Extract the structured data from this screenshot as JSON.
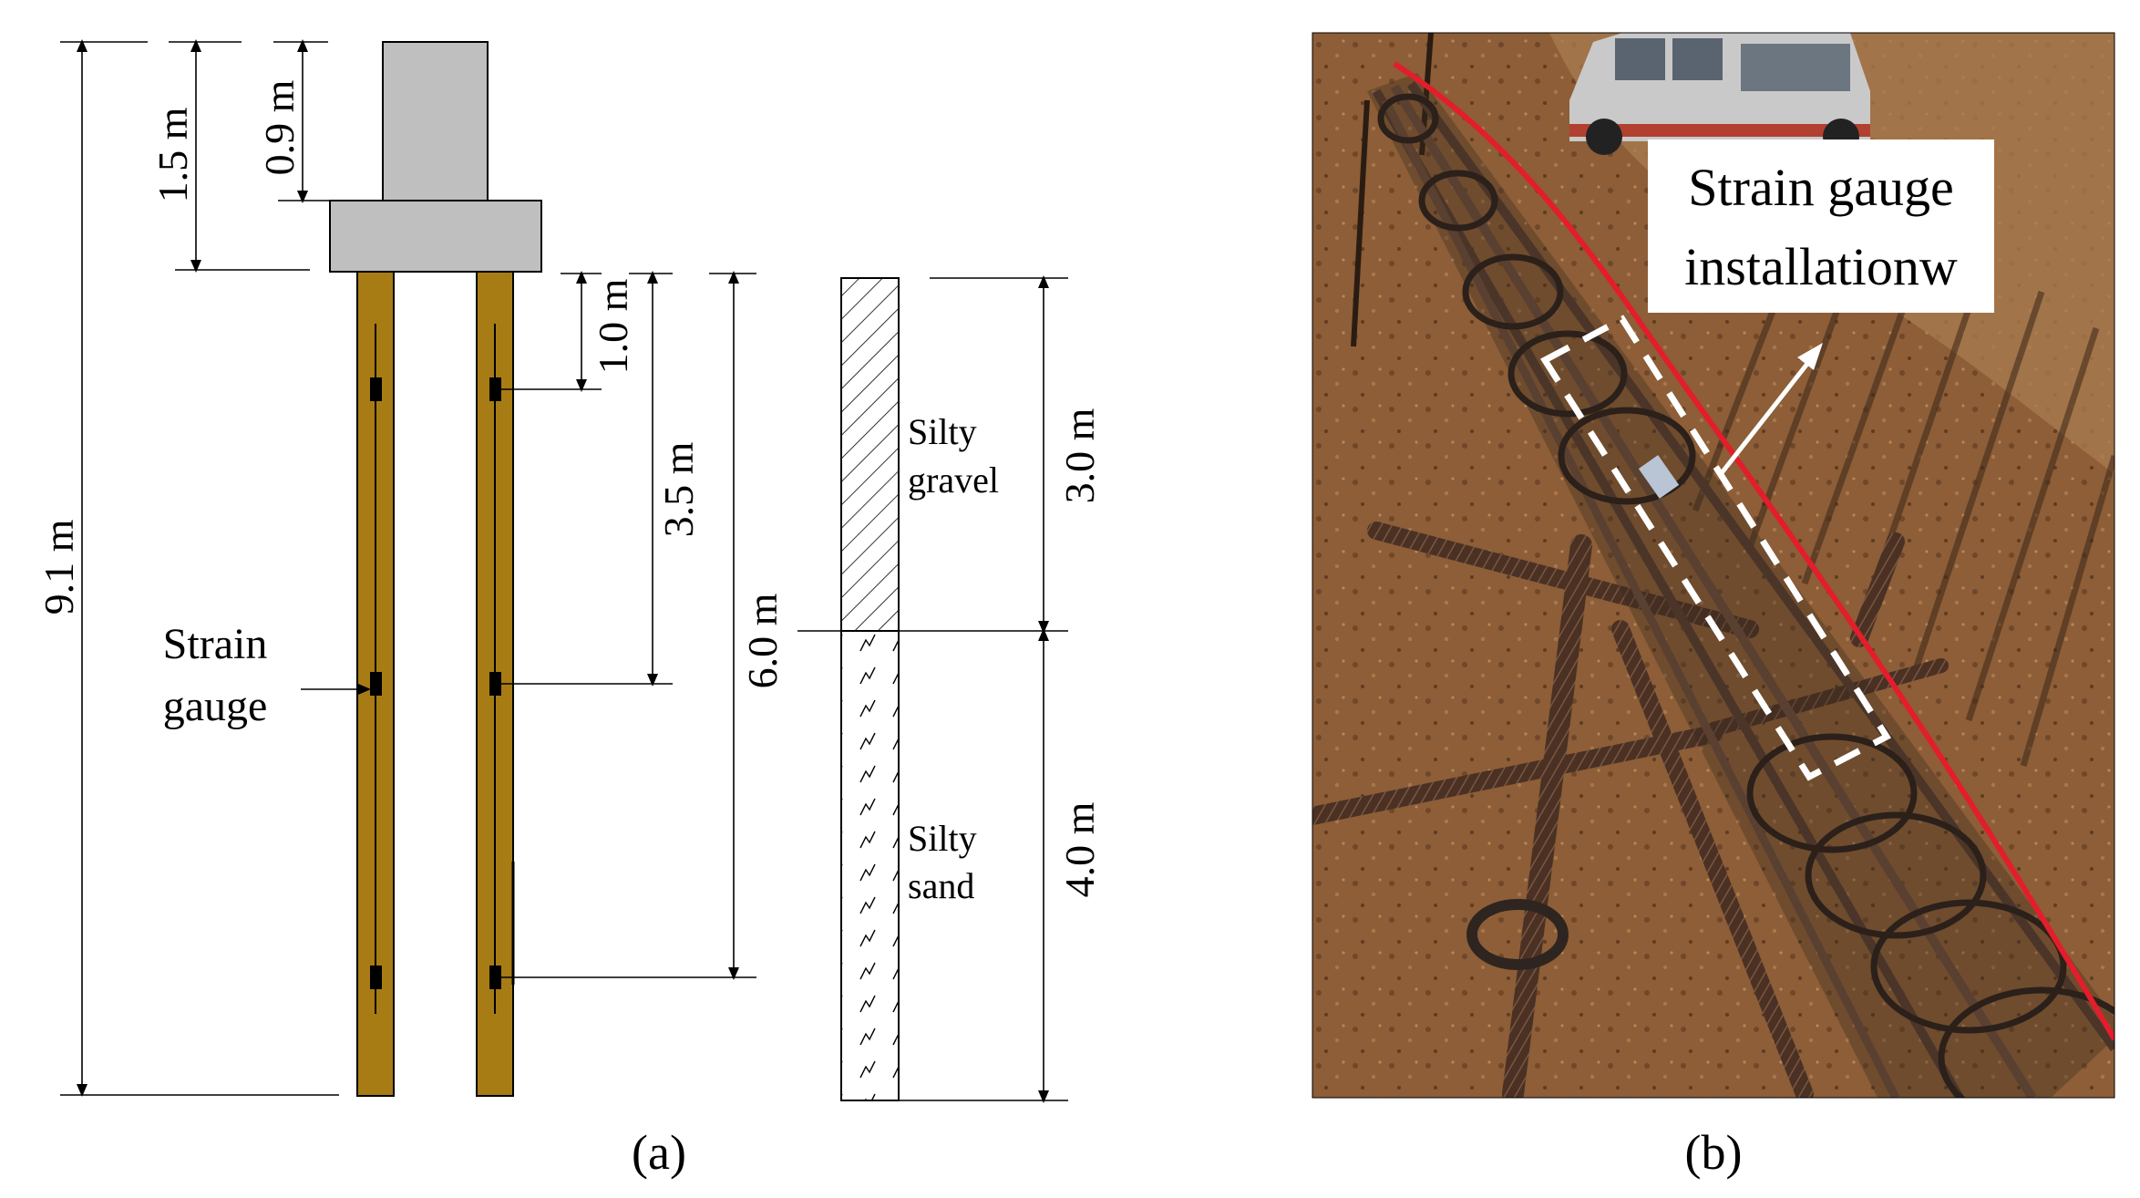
{
  "panel_a": {
    "caption": "(a)",
    "dimensions": {
      "total_length": "9.1 m",
      "cap_depth": "1.5 m",
      "column_height": "0.9 m",
      "gauge1_depth": "1.0 m",
      "gauge2_depth": "3.5 m",
      "gauge3_depth": "6.0 m",
      "layer1_thickness": "3.0 m",
      "layer2_thickness": "4.0 m"
    },
    "annotation": {
      "line1": "Strain",
      "line2": "gauge"
    },
    "soil_layers": [
      {
        "line1": "Silty",
        "line2": "gravel"
      },
      {
        "line1": "Silty",
        "line2": "sand"
      }
    ],
    "colors": {
      "pile": "#a77c14",
      "cap": "#bfbfbf"
    }
  },
  "panel_b": {
    "caption": "(b)",
    "label": {
      "line1": "Strain gauge",
      "line2": "installationw"
    }
  }
}
